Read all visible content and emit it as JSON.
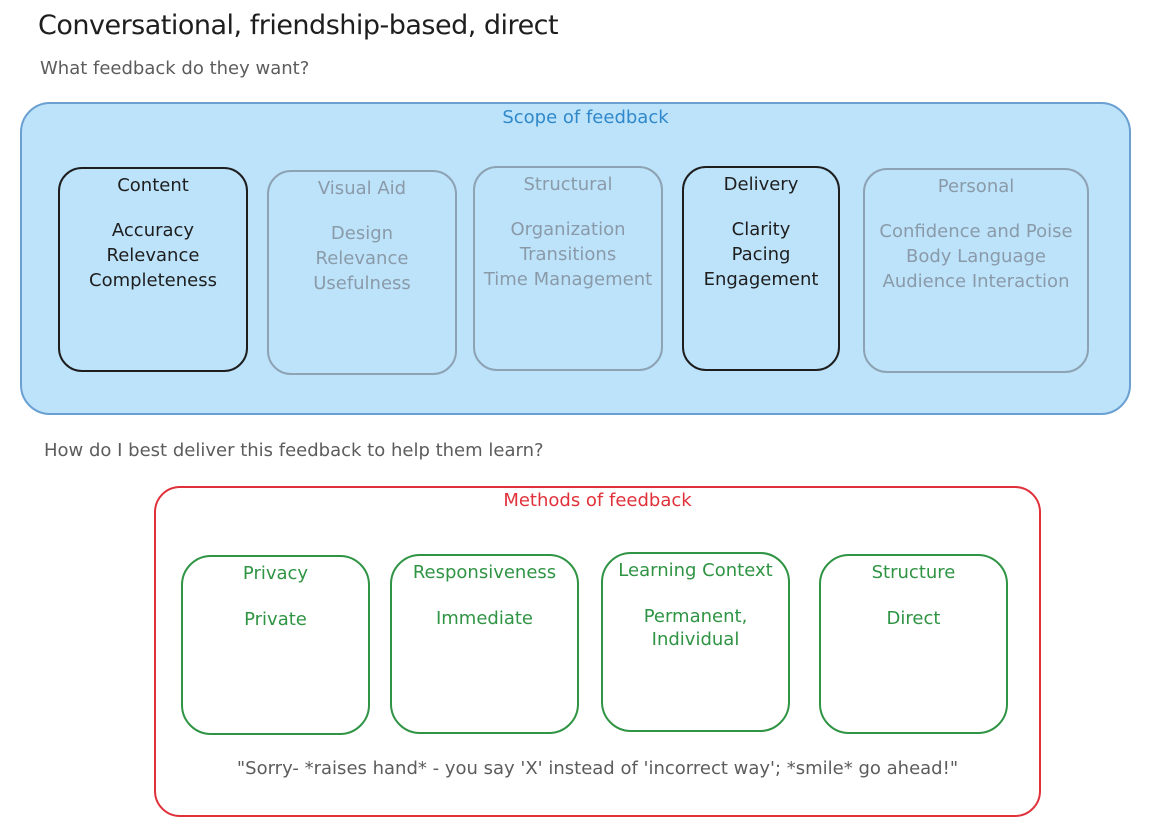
{
  "title": "Conversational, friendship-based, direct",
  "question_scope": "What feedback do they want?",
  "scope": {
    "label": "Scope of feedback",
    "frame_color": "#bde3fb",
    "label_color": "#2f88c9",
    "cards": [
      {
        "title": "Content",
        "state": "selected",
        "items": [
          "Accuracy",
          "Relevance",
          "Completeness"
        ]
      },
      {
        "title": "Visual Aid",
        "state": "unselected",
        "items": [
          "Design",
          "Relevance",
          "Usefulness"
        ]
      },
      {
        "title": "Structural",
        "state": "unselected",
        "items": [
          "Organization",
          "Transitions",
          "Time Management"
        ]
      },
      {
        "title": "Delivery",
        "state": "selected",
        "items": [
          "Clarity",
          "Pacing",
          "Engagement"
        ]
      },
      {
        "title": "Personal",
        "state": "unselected",
        "items": [
          "Confidence and Poise",
          "Body Language",
          "Audience Interaction"
        ]
      }
    ]
  },
  "question_methods": "How do I best deliver this feedback to help them learn?",
  "methods": {
    "label": "Methods of feedback",
    "frame_color": "#e0313a",
    "card_color": "#2f9444",
    "cards": [
      {
        "title": "Privacy",
        "items": [
          "Private"
        ]
      },
      {
        "title": "Responsiveness",
        "items": [
          "Immediate"
        ]
      },
      {
        "title": "Learning Context",
        "items": [
          "Permanent,",
          "Individual"
        ]
      },
      {
        "title": "Structure",
        "items": [
          "Direct"
        ]
      }
    ],
    "example_quote": "\"Sorry- *raises hand* - you say 'X' instead of 'incorrect way'; *smile* go ahead!\""
  }
}
